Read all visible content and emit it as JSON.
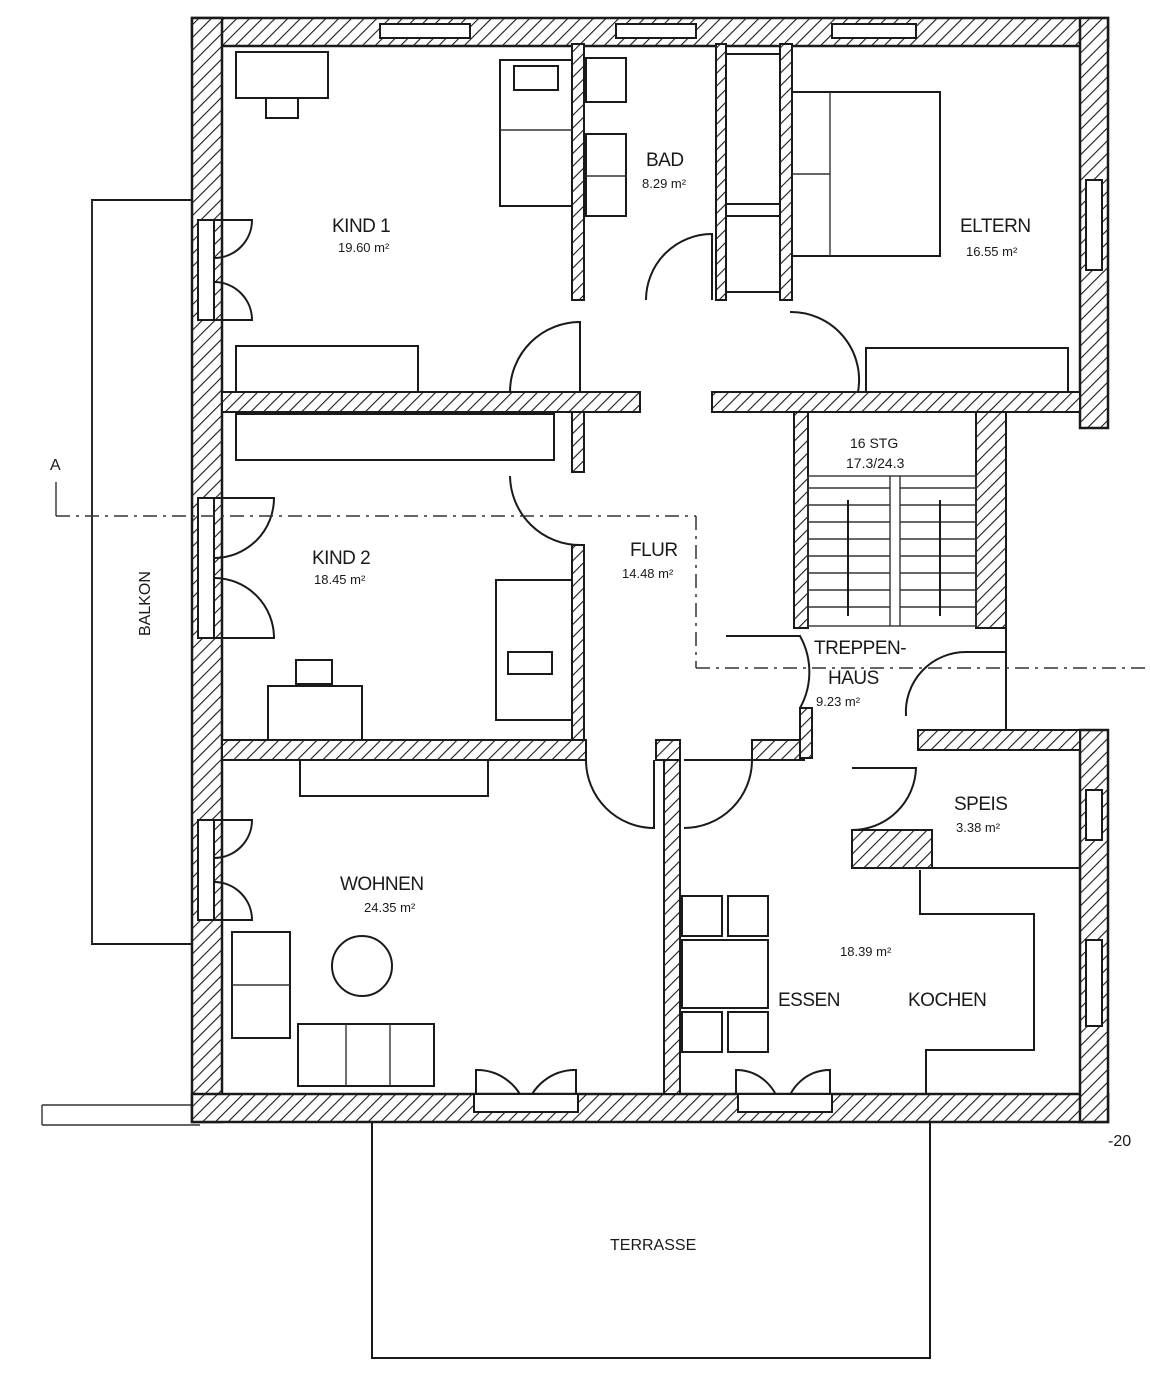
{
  "rooms": {
    "kind1": {
      "name": "KIND 1",
      "area": "19.60 m²"
    },
    "bad": {
      "name": "BAD",
      "area": "8.29 m²"
    },
    "eltern": {
      "name": "ELTERN",
      "area": "16.55 m²"
    },
    "kind2": {
      "name": "KIND 2",
      "area": "18.45 m²"
    },
    "flur": {
      "name": "FLUR",
      "area": "14.48 m²"
    },
    "treppenhaus": {
      "name_line1": "TREPPEN-",
      "name_line2": "HAUS",
      "area": "9.23 m²"
    },
    "speis": {
      "name": "SPEIS",
      "area": "3.38 m²"
    },
    "wohnen": {
      "name": "WOHNEN",
      "area": "24.35 m²"
    },
    "essen_kochen": {
      "area": "18.39 m²",
      "essen": "ESSEN",
      "kochen": "KOCHEN"
    }
  },
  "stair": {
    "steps": "16 STG",
    "ratio": "17.3/24.3"
  },
  "balkon": "BALKON",
  "terrasse": "TERRASSE",
  "section_marker": "A",
  "level_marker": "-20",
  "colors": {
    "ink": "#1a1a1a",
    "paper": "#ffffff"
  }
}
